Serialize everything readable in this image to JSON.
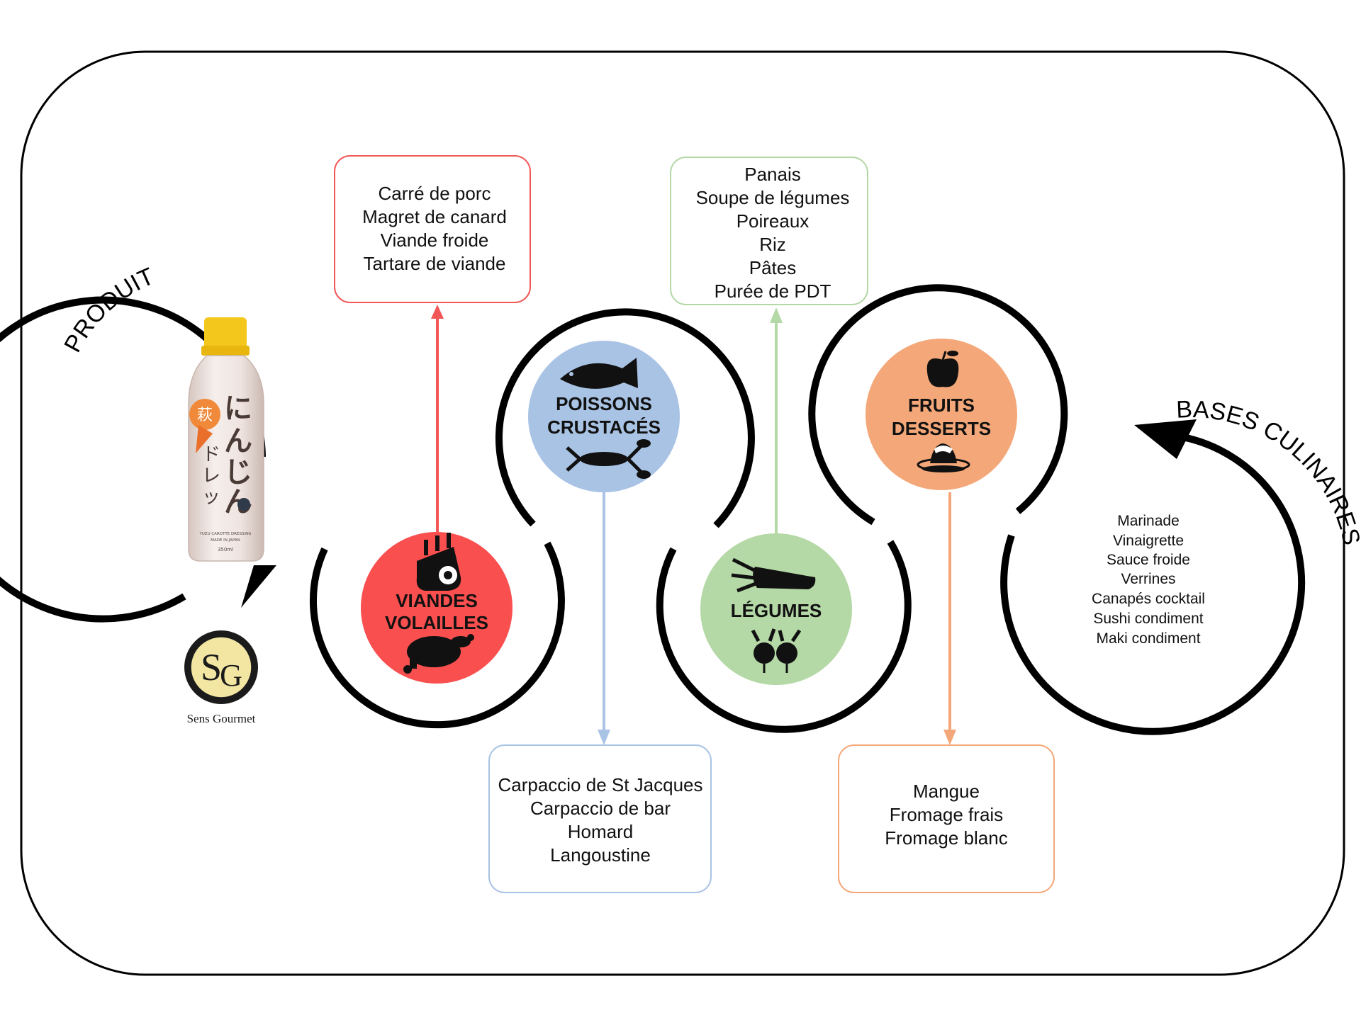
{
  "headers": {
    "product": "PRODUIT",
    "bases": "BASES CULINAIRES"
  },
  "brand": {
    "monogram_s": "S",
    "monogram_g": "G",
    "name": "Sens Gourmet"
  },
  "bottle": {
    "label_small": "YUZU CAROTTE DRESSING",
    "label_origin": "MADE IN JAPAN",
    "volume": "350ml"
  },
  "categories": [
    {
      "id": "viandes",
      "line1": "VIANDES",
      "line2": "VOLAILLES",
      "color": "#f94f4f",
      "line_color": "#f25656",
      "items": [
        "Carré de porc",
        "Magret de canard",
        "Viande froide",
        "Tartare de viande"
      ]
    },
    {
      "id": "poissons",
      "line1": "POISSONS",
      "line2": "CRUSTACÉS",
      "color": "#a9c3e5",
      "line_color": "#a9c3e5",
      "items": [
        "Carpaccio de St Jacques",
        "Carpaccio de bar",
        "Homard",
        "Langoustine"
      ]
    },
    {
      "id": "legumes",
      "line1": "LÉGUMES",
      "line2": "",
      "color": "#b4d8a6",
      "line_color": "#b4d8a6",
      "items": [
        "Panais",
        "Soupe de légumes",
        "Poireaux",
        "Riz",
        "Pâtes",
        "Purée de PDT"
      ]
    },
    {
      "id": "fruits",
      "line1": "FRUITS",
      "line2": "DESSERTS",
      "color": "#f4a879",
      "line_color": "#f4a879",
      "items": [
        "Mangue",
        "Fromage frais",
        "Fromage blanc"
      ]
    }
  ],
  "bases": [
    "Marinade",
    "Vinaigrette",
    "Sauce froide",
    "Verrines",
    "Canapés cocktail",
    "Sushi condiment",
    "Maki condiment"
  ]
}
